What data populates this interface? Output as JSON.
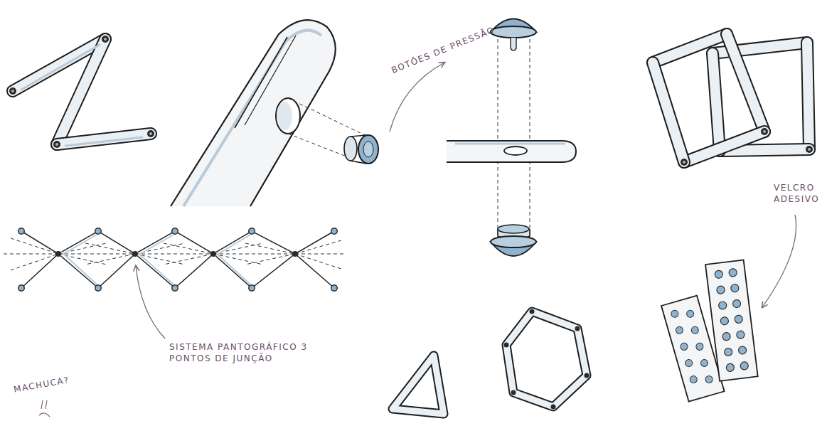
{
  "diagram": {
    "labels": [
      "BOTÕES DE PRESSÃO",
      "MACHUCA?",
      "SISTEMA PANTOGRÁFICO 3 PONTOS DE JUNÇÃO",
      "VELCRO ADESIVO"
    ]
  }
}
